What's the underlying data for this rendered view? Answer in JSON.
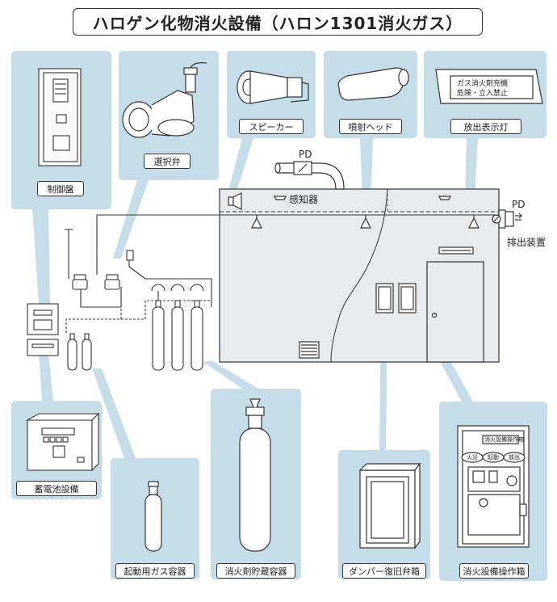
{
  "title": "ハロゲン化物消火設備（ハロン1301消火ガス）",
  "components": {
    "control_panel": "制御盤",
    "selector_valve": "選択弁",
    "speaker": "スピーカー",
    "nozzle": "噴射ヘッド",
    "discharge_light": "放出表示灯",
    "battery": "蓄電池設備",
    "starter_cylinder": "起動用ガス容器",
    "agent_cylinder": "消火剤貯蔵容器",
    "damper_box": "ダンパー復旧弁箱",
    "operation_box": "消火設備操作箱"
  },
  "annotations": {
    "pd_top": "PD",
    "pd_right": "PD",
    "sensor": "感知器",
    "exhaust": "排出装置"
  },
  "sign": {
    "line1": "ガス消火剤充機",
    "line2": "危険・立入禁止"
  },
  "operation_box_detail": {
    "title": "消火設備操作箱",
    "indicator1": "火災",
    "indicator2": "起動",
    "indicator3": "放出"
  },
  "colors": {
    "panel_blue": "#c5dce9",
    "room_gray": "#e8ebed",
    "line": "#333333"
  }
}
